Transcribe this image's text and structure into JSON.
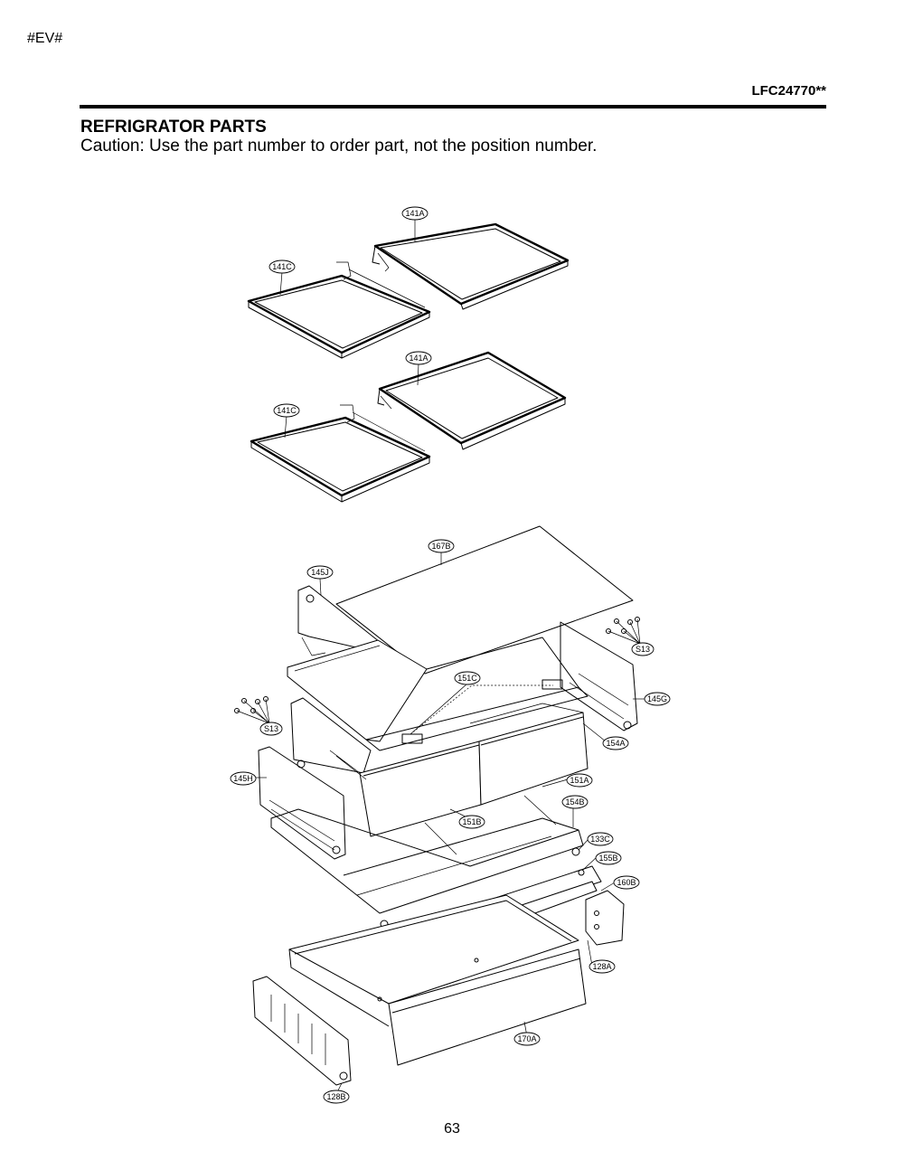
{
  "header": {
    "doc_code": "#EV#",
    "model": "LFC24770**"
  },
  "section": {
    "title": "REFRIGRATOR PARTS",
    "caution": "Caution: Use the part number to order part, not the position number."
  },
  "callouts": {
    "c141A_1": "141A",
    "c141C_1": "141C",
    "c141A_2": "141A",
    "c141C_2": "141C",
    "c167B": "167B",
    "c145J": "145J",
    "cS13_right": "S13",
    "c151C": "151C",
    "c145G": "145G",
    "cS13_left": "S13",
    "c154A_1": "154A",
    "c145H": "145H",
    "c151A": "151A",
    "c154B": "154B",
    "c151B": "151B",
    "c133C": "133C",
    "c155B": "155B",
    "c160B": "160B",
    "c128A": "128A",
    "c170A": "170A",
    "c128B": "128B"
  },
  "footer": {
    "page_number": "63"
  }
}
